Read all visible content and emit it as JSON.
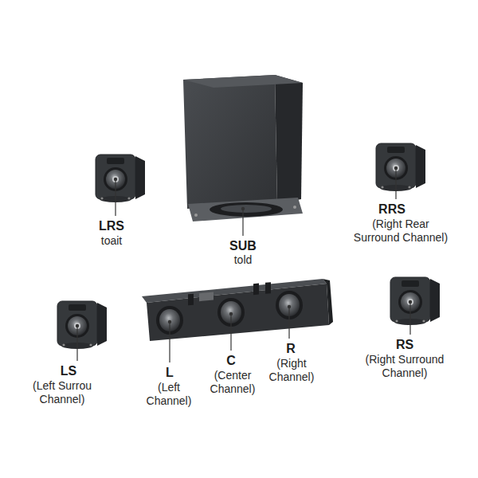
{
  "diagram": {
    "labels": [
      "LRS",
      "toait",
      "SUB",
      "told",
      "RRS",
      "(Right Rear Surround Channel)",
      "LS",
      "(Left Surrou Channel)",
      "L",
      "(Left Channel)",
      "C",
      "(Center Channel)",
      "R",
      "(Right Channel)",
      "RS",
      "(Right Surround Channel)"
    ]
  }
}
